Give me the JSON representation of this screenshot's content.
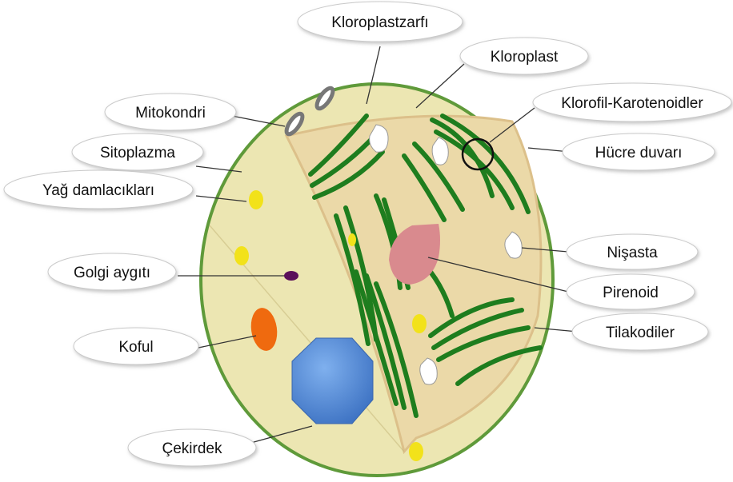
{
  "labels": {
    "kloroplast_zarfi": "Kloroplastzarfı",
    "kloroplast": "Kloroplast",
    "mitokondri": "Mitokondri",
    "klorofil": "Klorofil-Karotenoidler",
    "sitoplazma": "Sitoplazma",
    "hucre_duvari": "Hücre duvarı",
    "yag": "Yağ damlacıkları",
    "nisasta": "Nişasta",
    "golgi": "Golgi aygıtı",
    "pirenoid": "Pirenoid",
    "koful": "Koful",
    "tilakodiler": "Tilakodiler",
    "cekirdek": "Çekirdek"
  },
  "colors": {
    "cytoplasm": "#ece6b2",
    "cell_wall": "#5f9a3a",
    "thylakoid": "#1e7d1e",
    "nucleus": "#4f88d6",
    "vacuole": "#ef6a0f",
    "pyrenoid": "#d98a8e",
    "lipid": "#f2e21a",
    "golgi": "#5a0f5a"
  }
}
